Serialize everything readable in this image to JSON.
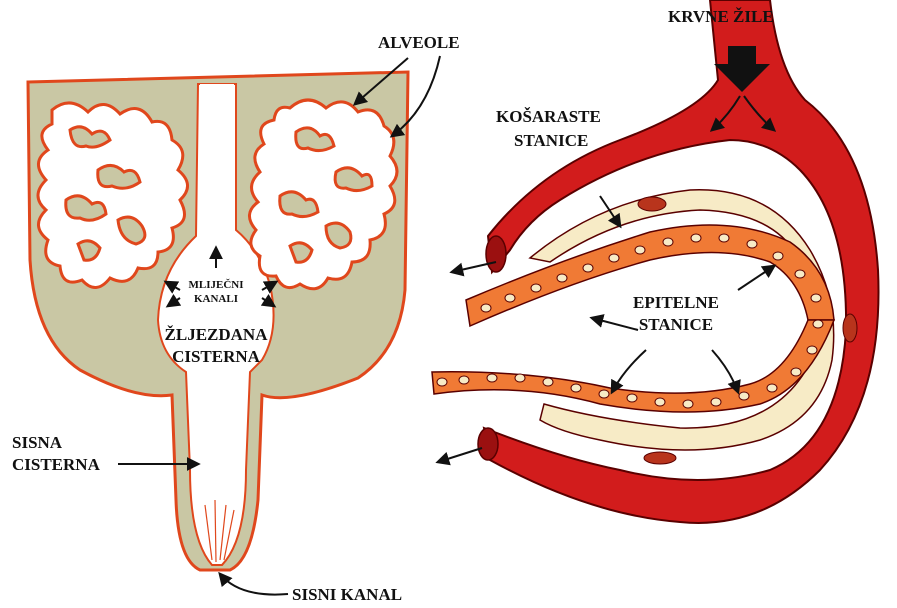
{
  "labels": {
    "alveole": "ALVEOLE",
    "krvne_zile": "KRVNE ŽILE",
    "kosaraste_1": "KOŠARASTE",
    "kosaraste_2": "STANICE",
    "mlijecni_1": "MLIJEČNI",
    "mlijecni_2": "KANALI",
    "zljezdana_1": "ŽLJEZDANA",
    "zljezdana_2": "CISTERNA",
    "epitelne_1": "EPITELNE",
    "epitelne_2": "STANICE",
    "sisna_1": "SISNA",
    "sisna_2": "CISTERNA",
    "sisni_kanal": "SISNI KANAL"
  },
  "colors": {
    "gland_fill": "#c9c7a4",
    "outline": "#e0471c",
    "vessel": "#d21c1c",
    "epithelial_cell": "#f07a35",
    "myoepithelial": "#f7ebc6",
    "arrow": "#111111"
  }
}
